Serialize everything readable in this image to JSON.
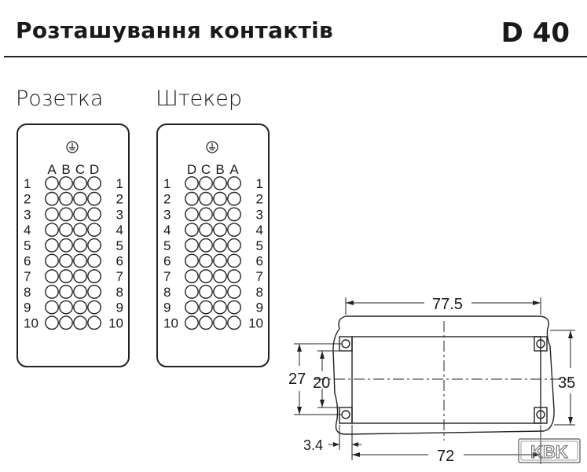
{
  "header": {
    "title": "Розташування контактів",
    "code": "D 40"
  },
  "socket": {
    "label": "Розетка",
    "columns": [
      "A",
      "B",
      "C",
      "D"
    ],
    "rows": [
      "1",
      "2",
      "3",
      "4",
      "5",
      "6",
      "7",
      "8",
      "9",
      "10"
    ]
  },
  "plug": {
    "label": "Штекер",
    "columns": [
      "D",
      "C",
      "B",
      "A"
    ],
    "rows": [
      "1",
      "2",
      "3",
      "4",
      "5",
      "6",
      "7",
      "8",
      "9",
      "10"
    ]
  },
  "dimensions": {
    "outer_width": "77.5",
    "inner_width": "72",
    "inner_height": "20",
    "hole_spacing": "27",
    "outer_height": "35",
    "offset": "3.4"
  },
  "watermark": "KBK"
}
